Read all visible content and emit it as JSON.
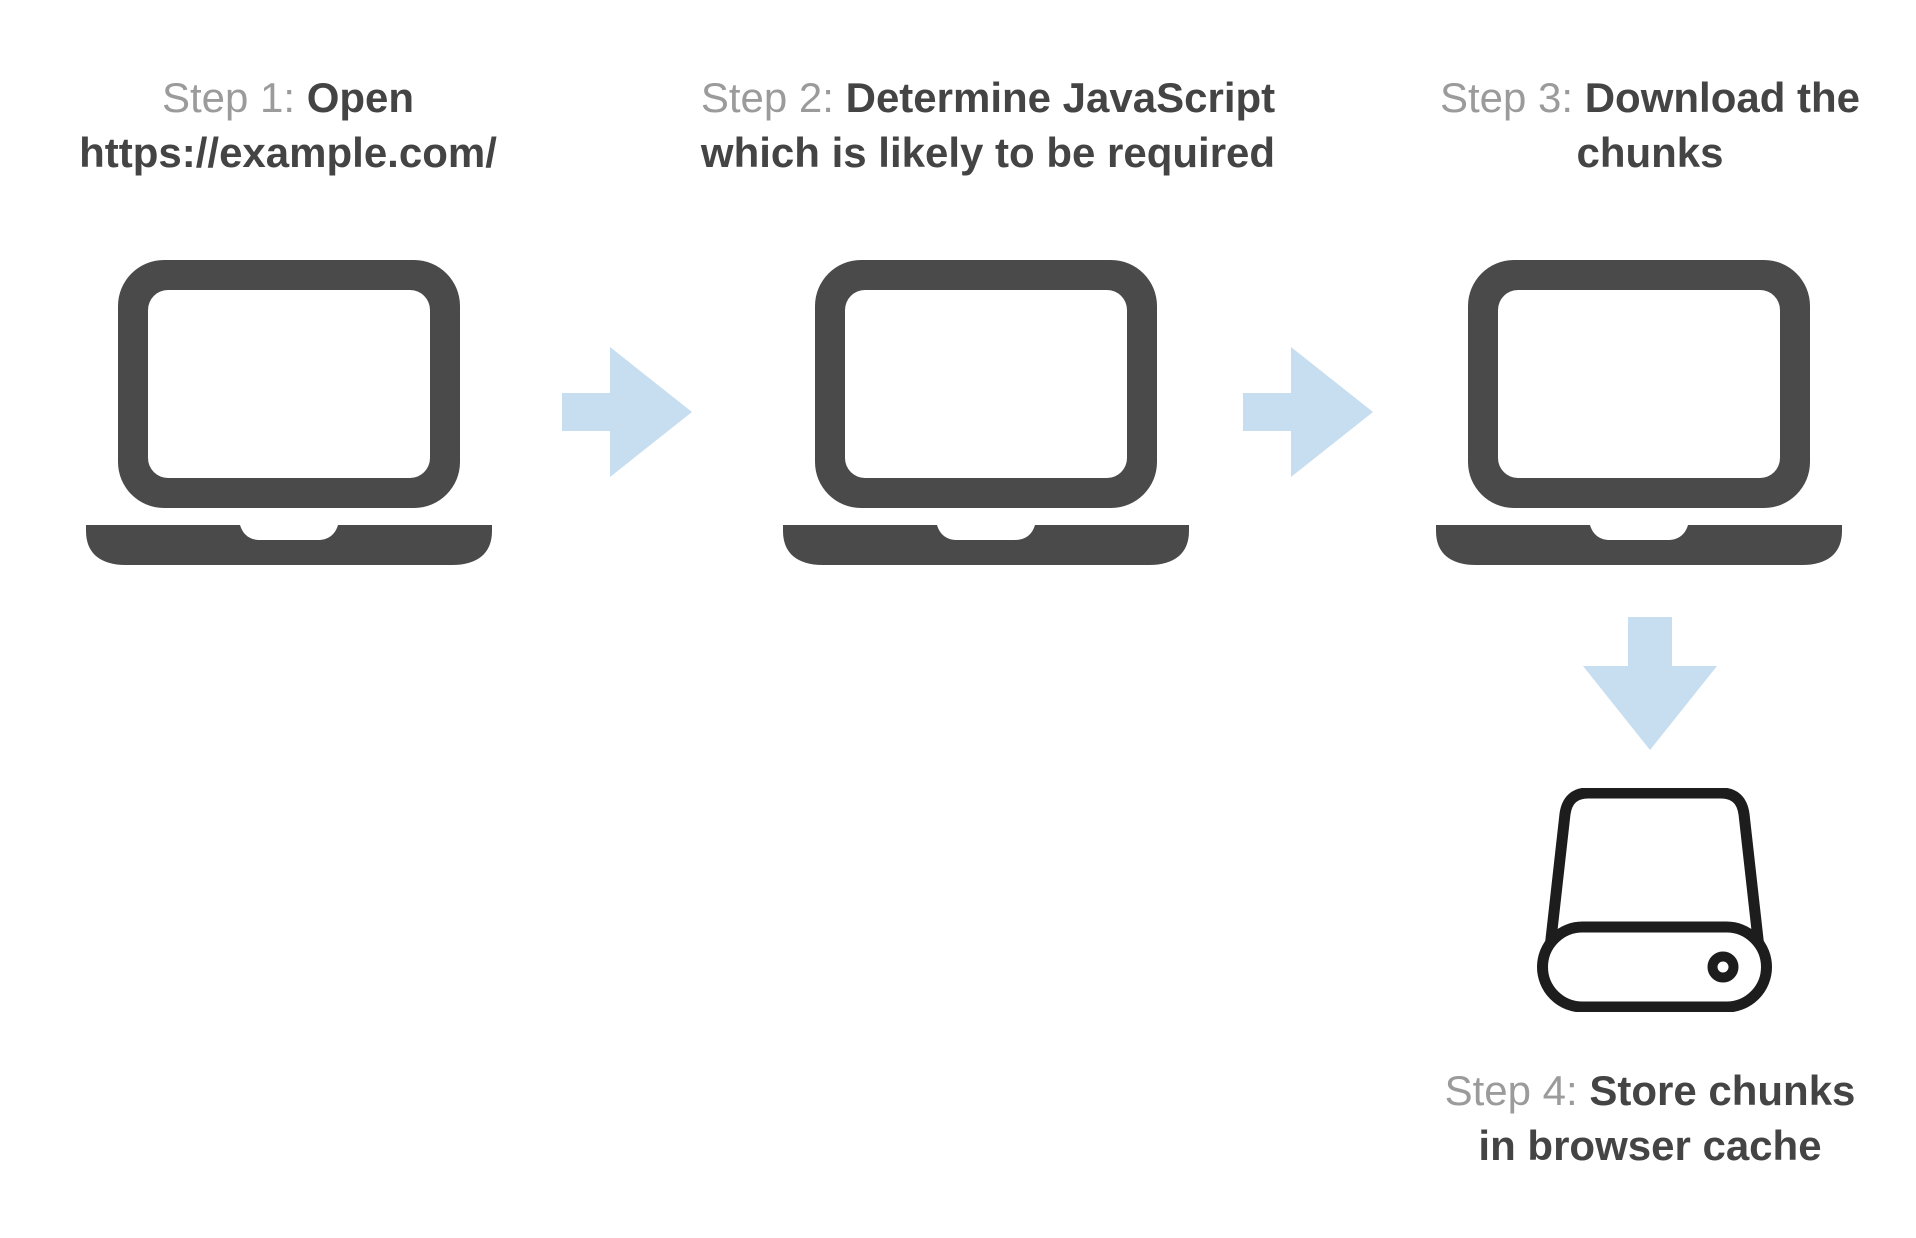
{
  "colors": {
    "step_prefix": "#9b9b9b",
    "step_text": "#444444",
    "laptop": "#4a4a4a",
    "arrow": "#c7ddf0",
    "drive": "#1d1d1d",
    "background": "#ffffff"
  },
  "steps": [
    {
      "prefix": "Step 1:",
      "title_line1": "Open",
      "title_line2": "https://example.com/",
      "icon": "laptop-icon"
    },
    {
      "prefix": "Step 2:",
      "title_line1": "Determine JavaScript",
      "title_line2": "which is likely to be required",
      "icon": "laptop-icon"
    },
    {
      "prefix": "Step 3:",
      "title_line1": "Download the",
      "title_line2": "chunks",
      "icon": "laptop-icon"
    },
    {
      "prefix": "Step 4:",
      "title_line1": "Store chunks",
      "title_line2": "in browser cache",
      "icon": "hard-drive-icon"
    }
  ]
}
